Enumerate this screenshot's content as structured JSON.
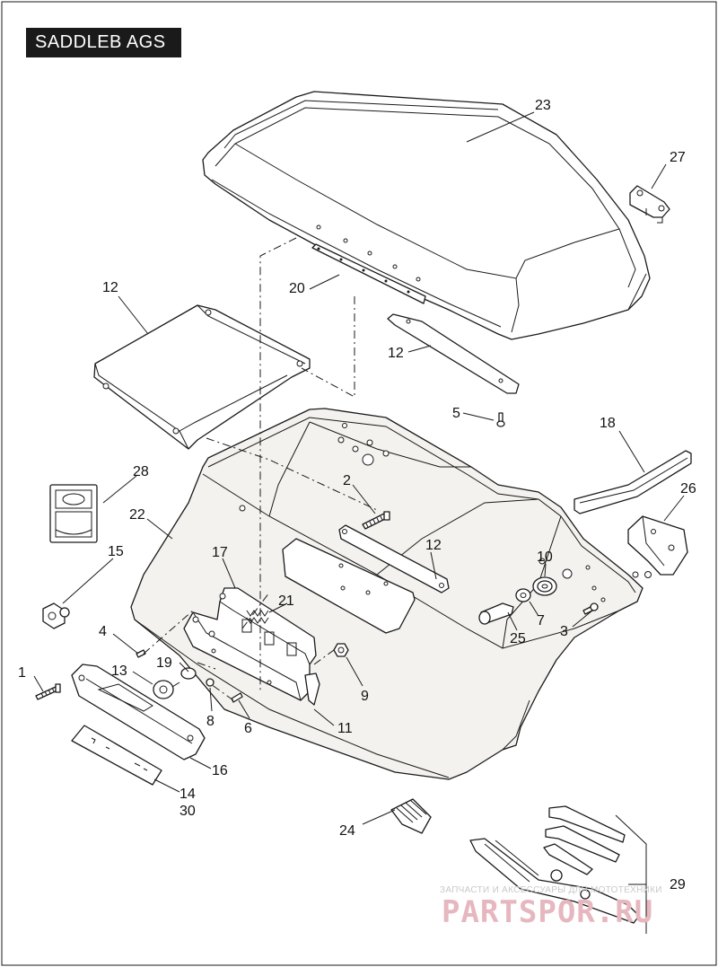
{
  "diagram": {
    "title": "SADDLEB AGS",
    "callouts": [
      {
        "id": "callout-1",
        "text": "1"
      },
      {
        "id": "callout-2",
        "text": "2"
      },
      {
        "id": "callout-3",
        "text": "3"
      },
      {
        "id": "callout-4",
        "text": "4"
      },
      {
        "id": "callout-5",
        "text": "5"
      },
      {
        "id": "callout-6",
        "text": "6"
      },
      {
        "id": "callout-7",
        "text": "7"
      },
      {
        "id": "callout-8",
        "text": "8"
      },
      {
        "id": "callout-9",
        "text": "9"
      },
      {
        "id": "callout-10",
        "text": "10"
      },
      {
        "id": "callout-11",
        "text": "11"
      },
      {
        "id": "callout-12a",
        "text": "12"
      },
      {
        "id": "callout-12b",
        "text": "12"
      },
      {
        "id": "callout-12c",
        "text": "12"
      },
      {
        "id": "callout-13",
        "text": "13"
      },
      {
        "id": "callout-14",
        "text": "14"
      },
      {
        "id": "callout-30",
        "text": "30"
      },
      {
        "id": "callout-15",
        "text": "15"
      },
      {
        "id": "callout-16",
        "text": "16"
      },
      {
        "id": "callout-17",
        "text": "17"
      },
      {
        "id": "callout-18",
        "text": "18"
      },
      {
        "id": "callout-19",
        "text": "19"
      },
      {
        "id": "callout-20",
        "text": "20"
      },
      {
        "id": "callout-21",
        "text": "21"
      },
      {
        "id": "callout-22",
        "text": "22"
      },
      {
        "id": "callout-23",
        "text": "23"
      },
      {
        "id": "callout-24",
        "text": "24"
      },
      {
        "id": "callout-25",
        "text": "25"
      },
      {
        "id": "callout-26",
        "text": "26"
      },
      {
        "id": "callout-27",
        "text": "27"
      },
      {
        "id": "callout-28",
        "text": "28"
      },
      {
        "id": "callout-29",
        "text": "29"
      }
    ]
  },
  "watermark": {
    "line1": "ЗАПЧАСТИ И АКСЕССУАРЫ ДЛЯ МОТОТЕХНИКИ",
    "line2": "PARTSPOR.RU"
  },
  "colors": {
    "line": "#1a1a1a",
    "title_bg": "#1a1a1a",
    "title_fg": "#ffffff",
    "part_fill": "#ffffff",
    "watermark": "#e6b7bf"
  }
}
